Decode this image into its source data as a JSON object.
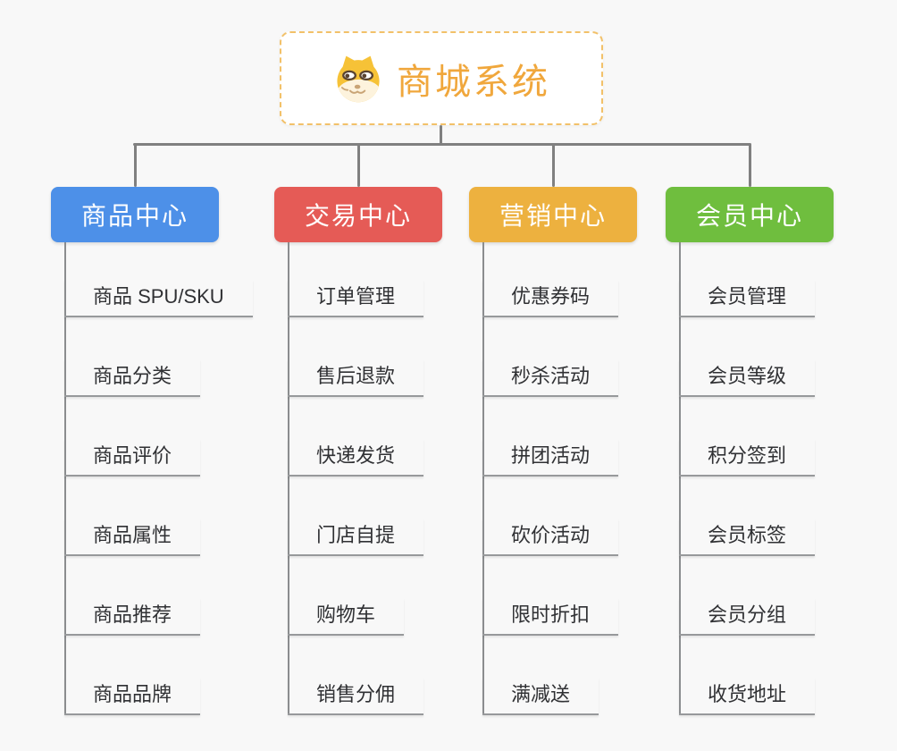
{
  "root": {
    "title": "商城系统",
    "icon": "dog-face-icon"
  },
  "colors": {
    "background": "#f8f8f8",
    "root_accent": "#f0a73c",
    "root_border": "#f2c169",
    "connector": "#808080",
    "leaf_underline": "#97999b",
    "leaf_text": "#303134"
  },
  "branches": [
    {
      "label": "商品中心",
      "color": "#4d90e8",
      "items": [
        "商品 SPU/SKU",
        "商品分类",
        "商品评价",
        "商品属性",
        "商品推荐",
        "商品品牌"
      ]
    },
    {
      "label": "交易中心",
      "color": "#e55b56",
      "items": [
        "订单管理",
        "售后退款",
        "快递发货",
        "门店自提",
        "购物车",
        "销售分佣"
      ]
    },
    {
      "label": "营销中心",
      "color": "#edb13f",
      "items": [
        "优惠券码",
        "秒杀活动",
        "拼团活动",
        "砍价活动",
        "限时折扣",
        "满减送"
      ]
    },
    {
      "label": "会员中心",
      "color": "#6fbe3e",
      "items": [
        "会员管理",
        "会员等级",
        "积分签到",
        "会员标签",
        "会员分组",
        "收货地址"
      ]
    }
  ]
}
